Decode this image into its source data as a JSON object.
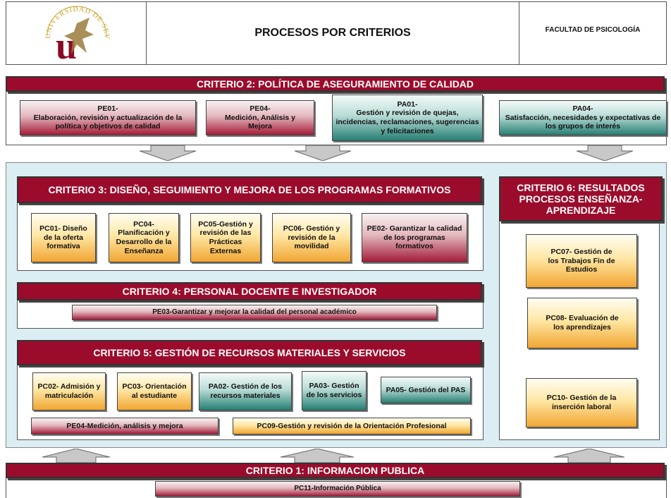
{
  "header": {
    "logo_text": "UNIVERSIDAD DE SEVILLA",
    "title": "PROCESOS POR CRITERIOS",
    "faculty": "FACULTAD DE PSICOLOGÍA"
  },
  "criterio2": {
    "title": "CRITERIO 2: POLÍTICA DE ASEGURAMIENTO DE CALIDAD",
    "pe01": {
      "code": "PE01-",
      "text": "Elaboración, revisión y actualización de la política y objetivos de calidad"
    },
    "pe04": {
      "code": "PE04-",
      "text": "Medición, Análisis y Mejora"
    },
    "pa01": {
      "code": "PA01-",
      "text": "Gestión y revisión de quejas, incidencias, reclamaciones, sugerencias y felicitaciones"
    },
    "pa04": {
      "code": "PA04-",
      "text": "Satisfacción, necesidades y expectativas de los grupos de interés"
    }
  },
  "criterio3": {
    "title": "CRITERIO 3: DISEÑO, SEGUIMIENTO Y MEJORA DE LOS PROGRAMAS FORMATIVOS",
    "pc01": "PC01- Diseño de la oferta formativa",
    "pc04": "PC04- Planificación y Desarrollo de la Enseñanza",
    "pc05": "PC05-Gestión y revisión de las Prácticas Externas",
    "pc06": "PC06- Gestión y revisión de la movilidad",
    "pe02": "PE02- Garantizar la calidad de los programas formativos"
  },
  "criterio4": {
    "title": "CRITERIO 4: PERSONAL DOCENTE E INVESTIGADOR",
    "pe03": "PE03-Garantizar y mejorar la calidad del personal académico"
  },
  "criterio5": {
    "title": "CRITERIO 5: GESTIÓN DE RECURSOS MATERIALES Y SERVICIOS",
    "pc02": "PC02- Admisión y matriculación",
    "pc03": "PC03- Orientación al estudiante",
    "pa02": "PA02- Gestión de los recursos materiales",
    "pa03": "PA03- Gestión de los servicios",
    "pa05": "PA05- Gestión del PAS",
    "pe04": "PE04-Medición, análisis y mejora",
    "pc09": "PC09-Gestión y revisión de la Orientación Profesional"
  },
  "criterio6": {
    "title": "CRITERIO 6: RESULTADOS PROCESOS ENSEÑANZA-APRENDIZAJE",
    "pc07": "PC07- Gestión de los Trabajos Fin de Estudios",
    "pc08": "PC08- Evaluación de los aprendizajes",
    "pc10": "PC10- Gestión de la inserción laboral"
  },
  "criterio1": {
    "title": "CRITERIO 1: INFORMACION PUBLICA",
    "pc11": "PC11-Información Pública"
  },
  "colors": {
    "banner": "#9b0c2c",
    "panel_bg": "#dbeef3",
    "red_box": "#a41d3a",
    "teal_box": "#277f74",
    "orange_box": "#f1a632"
  }
}
